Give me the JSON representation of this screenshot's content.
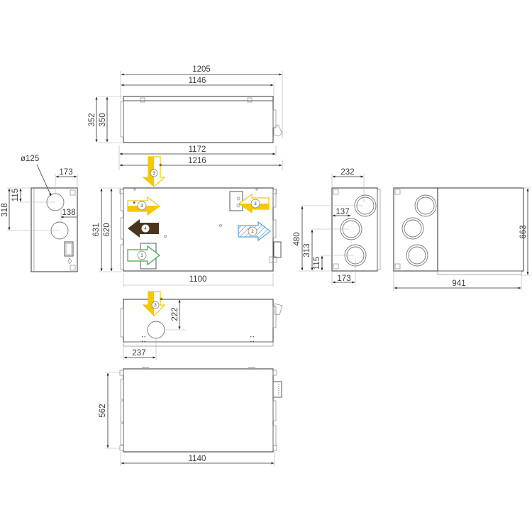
{
  "drawing": {
    "type": "technical-dimension-drawing",
    "units": "mm",
    "colors": {
      "yellow": "#f5c800",
      "brown": "#4a3520",
      "green": "#3aa84a",
      "blue": "#3a8fd0",
      "line": "#444444"
    }
  },
  "views": {
    "front_view": {
      "dims": {
        "overall_width": "1205",
        "width_inner": "1146",
        "height_outer": "352",
        "height_inner": "350",
        "base_width": "1172"
      }
    },
    "top_view": {
      "dims": {
        "top_width": "1216",
        "depth_outer": "631",
        "depth_inner": "620",
        "body_width": "1100"
      },
      "arrows": [
        {
          "id": "top-inlet",
          "number": "3",
          "color": "yellow",
          "direction": "down",
          "asterisk": "*"
        },
        {
          "id": "left-upper",
          "number": "3",
          "color": "yellow",
          "direction": "right",
          "asterisk": "*"
        },
        {
          "id": "left-middle",
          "number": "4",
          "color": "brown",
          "direction": "left"
        },
        {
          "id": "left-lower",
          "number": "1",
          "color": "green",
          "direction": "right"
        },
        {
          "id": "right-upper",
          "number": "3",
          "color": "yellow",
          "direction": "left"
        },
        {
          "id": "right-middle",
          "number": "2",
          "color": "blue",
          "direction": "right"
        }
      ]
    },
    "left_side_view": {
      "dims": {
        "diameter": "ø125",
        "spigot_from_right": "173",
        "spigot_lower_from_right": "138",
        "upper_height": "115",
        "lower_height": "318"
      }
    },
    "right_side_view": {
      "dims": {
        "top_spigot_from_left": "232",
        "middle_spigot_from_left": "137",
        "bottom_spigot_from_left": "173",
        "top_height": "480",
        "middle_height": "313",
        "bottom_height": "115"
      }
    },
    "right_side_open_view": {
      "dims": {
        "height": "663",
        "width": "941"
      }
    },
    "bottom_view": {
      "dims": {
        "spigot_depth": "222",
        "spigot_offset": "237"
      },
      "arrows": [
        {
          "id": "bottom-inlet",
          "number": "3",
          "color": "yellow",
          "direction": "down",
          "asterisk": "*"
        }
      ]
    },
    "plan_view": {
      "dims": {
        "depth": "562",
        "width": "1140"
      }
    }
  }
}
